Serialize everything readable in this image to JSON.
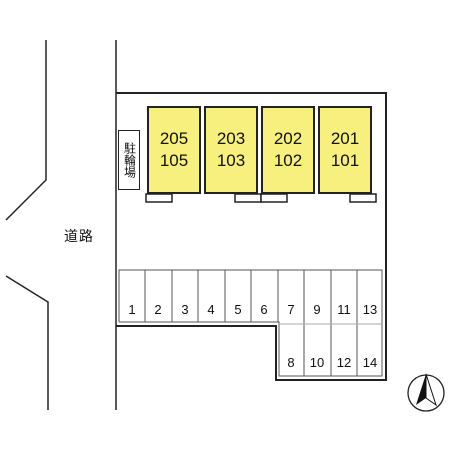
{
  "building_units": [
    {
      "upper": "205",
      "lower": "105"
    },
    {
      "upper": "203",
      "lower": "103"
    },
    {
      "upper": "202",
      "lower": "102"
    },
    {
      "upper": "201",
      "lower": "101"
    }
  ],
  "bicycle_parking_label": "駐輪場",
  "road_label": "道路",
  "parking_top_row": [
    "1",
    "2",
    "3",
    "4",
    "5",
    "6",
    "7",
    "9",
    "11",
    "13"
  ],
  "parking_bottom_row": [
    "8",
    "10",
    "12",
    "14"
  ],
  "colors": {
    "building_fill": "#f7f07e",
    "outline": "#222222"
  },
  "north_arrow_icon": "north-arrow-icon"
}
